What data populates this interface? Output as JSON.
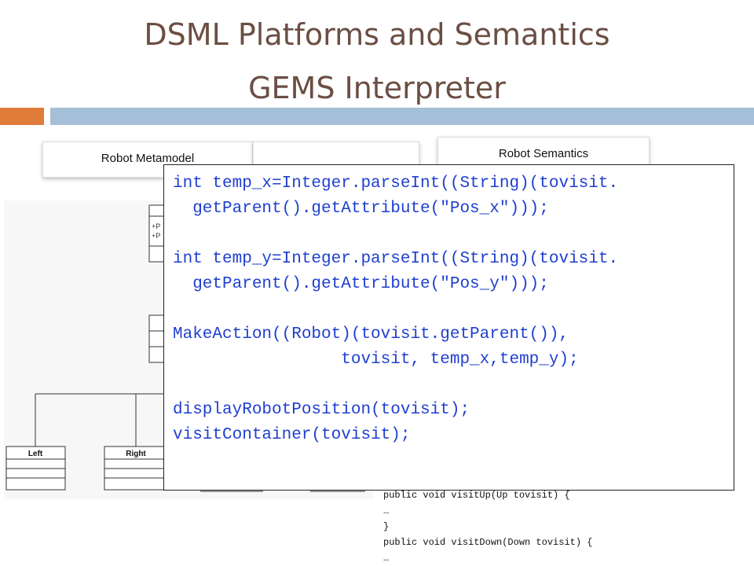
{
  "slide": {
    "title_line1": "DSML Platforms and Semantics",
    "title_line2": "GEMS Interpreter"
  },
  "tabs": {
    "left_label": "Robot Metamodel",
    "right_label": "Robot Semantics"
  },
  "uml": {
    "class_labels": [
      "Left",
      "Right"
    ],
    "attribute_marks": [
      "+P",
      "+P"
    ]
  },
  "background_code": [
    "public void visitUp(Up tovisit) {",
    "…",
    "}",
    "public void visitDown(Down tovisit) {",
    "…"
  ],
  "popup_code": [
    "int temp_x=Integer.parseInt((String)(tovisit.",
    "  getParent().getAttribute(\"Pos_x\")));",
    "",
    "int temp_y=Integer.parseInt((String)(tovisit.",
    "  getParent().getAttribute(\"Pos_y\")));",
    "",
    "MakeAction((Robot)(tovisit.getParent()),",
    "                 tovisit, temp_x,temp_y);",
    "",
    "displayRobotPosition(tovisit);",
    "visitContainer(tovisit);"
  ],
  "colors": {
    "title": "#6b4e43",
    "accent_orange": "#e07b39",
    "accent_blue": "#a6bfd8",
    "code_blue": "#1f3fd0"
  }
}
